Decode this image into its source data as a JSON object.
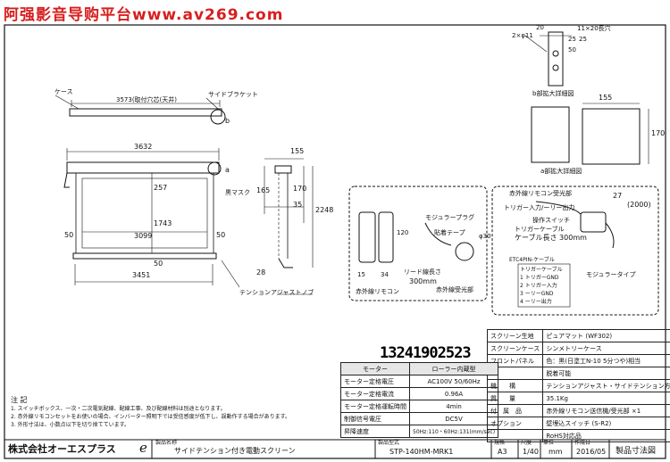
{
  "watermark": "阿强影音导购平台www.av269.com",
  "phone": "13241902523",
  "main_view": {
    "case_label": "ケース",
    "mount_dim": "3573(取付穴芯(天井)",
    "side_bracket": "サイドブラケット",
    "marker_b": "b",
    "marker_a": "a",
    "width_total": "3632",
    "width_bottom": "3451",
    "width_screen": "3099",
    "mask_label": "黒マスク",
    "dim_257": "257",
    "dim_1743": "1743",
    "dim_50_left": "50",
    "dim_50_right": "50",
    "dim_50_bottom": "50",
    "tension_label": "テンションアジャストノブ"
  },
  "side_view": {
    "dim_155": "155",
    "dim_165": "165",
    "dim_170": "170",
    "dim_35": "35",
    "dim_2248": "2248",
    "dim_28": "28"
  },
  "detail_b": {
    "holes": "2×φ11",
    "dim_20": "20",
    "slot": "11×20長穴",
    "dim_25a": "25",
    "dim_50": "50",
    "dim_25b": "25",
    "caption": "b部拡大詳細図"
  },
  "detail_a": {
    "dim_155": "155",
    "dim_170": "170",
    "caption": "a部拡大詳細図"
  },
  "accessories": {
    "remote_caption": "赤外線リモコン",
    "dim_120": "120",
    "dim_15": "15",
    "dim_34": "34",
    "modular_plug": "モジュラープラグ",
    "adhesive_tape": "貼着テープ",
    "dim_phi30": "φ30",
    "lead_wire": "リード線長さ",
    "lead_wire_len": "300mm",
    "receiver_caption": "赤外線受光部",
    "receiver_label": "赤外線リモコン受光部",
    "trigger_io": "トリガー入力/ーリー出力",
    "op_switch": "操作スイッチ",
    "trigger_cable": "トリガーケーブル",
    "cable_len": "ケーブル長さ 300mm",
    "dim_27": "27",
    "dim_2000": "(2000)",
    "modular_type": "モジュラータイプ",
    "wiring_title": "ETC4PIN-ケーブル",
    "wiring_rows": [
      "トリガーケーブル",
      "1 トリガーGND",
      "2 トリガー入力",
      "3 ーリーGND",
      "4 ーリー出力"
    ]
  },
  "spec_right": {
    "rows": [
      {
        "label": "スクリーン生地",
        "value": "ピュアマット (WF302)"
      },
      {
        "label": "スクリーンケース",
        "value": "シンメトリーケース"
      },
      {
        "label": "フロントパネル",
        "value": "色：黒(日塗工N-10 5分つや)相当"
      },
      {
        "label": "",
        "value": "脱着可能"
      },
      {
        "label": "機　　構",
        "value": "テンションアジャスト・サイドテンション方式"
      },
      {
        "label": "質　　量",
        "value": "35.1Kg"
      },
      {
        "label": "付　属　品",
        "value": "赤外線リモコン送信機/受光部 ×1"
      },
      {
        "label": "オプション",
        "value": "壁埋込スイッチ (S-R2)"
      },
      {
        "label": "",
        "value": "RoHS対応品"
      }
    ]
  },
  "spec_left": {
    "header_label": "モーター",
    "header_value": "ローラー内蔵型",
    "rows": [
      {
        "label": "モーター定格電圧",
        "value": "AC100V 50/60Hz"
      },
      {
        "label": "モーター定格電流",
        "value": "0.96A"
      },
      {
        "label": "モーター定格運転時間",
        "value": "4min"
      },
      {
        "label": "制御信号電圧",
        "value": "DC5V"
      },
      {
        "label": "昇降速度",
        "value": "50Hz:110・60Hz:131(mm/sec)"
      }
    ]
  },
  "notes": {
    "title": "注 記",
    "lines": [
      "1. スイッチボックス、一次・二次電気配線、配線工事、及び配線材料は別途となります。",
      "2. 赤外線リモコンセットをお使いの場合、インバーター照明下では受信感度が低下し、誤動作する場合があります。",
      "3. 外形寸法は、小数点以下を切り捨てています。"
    ]
  },
  "title_block": {
    "company": "株式会社オーエスプラス",
    "company_mark": "e",
    "product_name_label": "製品名称",
    "product_name": "サイドテンション付き電動スクリーン",
    "model_label": "製品型式",
    "model": "STP-140HM-MRK1",
    "size_label": "規格",
    "size": "A3",
    "scale_label": "尺度",
    "scale": "1/40",
    "unit_label": "単位",
    "unit": "mm",
    "date_label": "作成日",
    "date": "2016/05",
    "doc_type": "製品寸法図"
  }
}
